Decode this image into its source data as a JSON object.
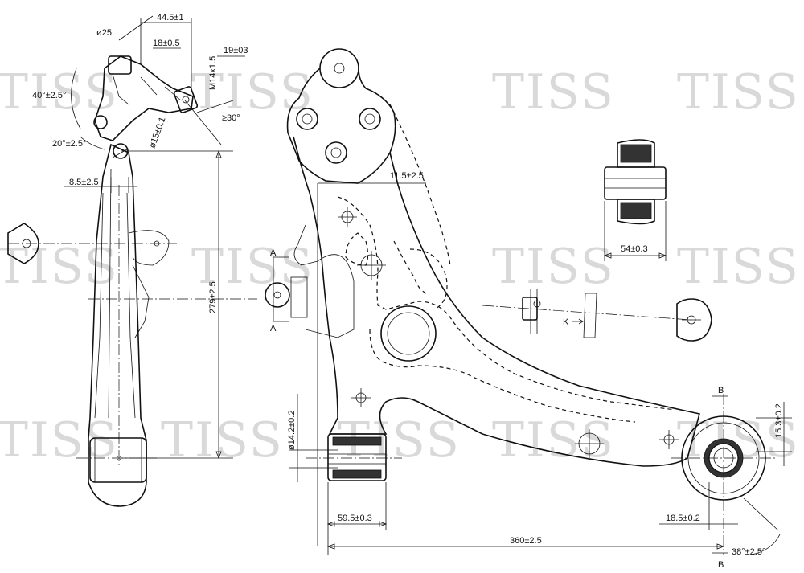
{
  "watermark": "TISS",
  "dimensions": {
    "d25": "ø25",
    "d44_5": "44.5±1",
    "d18": "18±0.5",
    "d19": "19±03",
    "m14": "M14x1.5",
    "a40": "40°±2.5°",
    "a30": "≥30°",
    "d15": "ø15±0.1",
    "a20": "20°±2.5°",
    "d8_5": "8.5±2.5",
    "d279": "279±2.5",
    "d11_5": "11.5±2.5",
    "d54": "54±0.3",
    "d14_2": "ø14.2±0.2",
    "d59_5": "59.5±0.3",
    "d360": "360±2.5",
    "d18_5": "18.5±0.2",
    "d15_3": "15.3±0.2",
    "a38": "38°±2.5°"
  },
  "labels": {
    "section_a": "A",
    "section_b": "B",
    "view_k": "K"
  }
}
